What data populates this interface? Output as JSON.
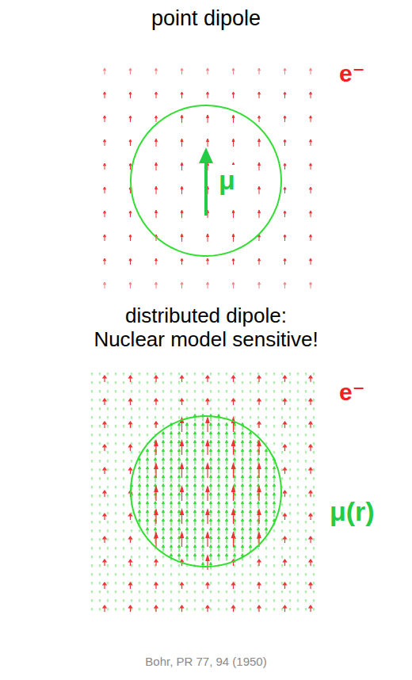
{
  "diagram": {
    "caption": "Bohr, PR 77, 94 (1950)",
    "labels": [
      "point dipole",
      "e⁻",
      "μ",
      "distributed dipole: Nuclear model sensitive!",
      "e⁻",
      "μ(r)"
    ]
  }
}
